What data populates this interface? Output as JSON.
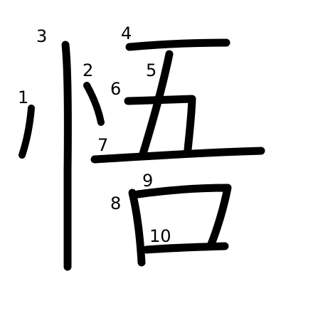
{
  "figure": {
    "ink_color": "#000000",
    "background_color": "#ffffff",
    "strokes": [
      {
        "number": "1"
      },
      {
        "number": "2"
      },
      {
        "number": "3"
      },
      {
        "number": "4"
      },
      {
        "number": "5"
      },
      {
        "number": "6"
      },
      {
        "number": "7"
      },
      {
        "number": "8"
      },
      {
        "number": "9"
      },
      {
        "number": "10"
      }
    ]
  }
}
